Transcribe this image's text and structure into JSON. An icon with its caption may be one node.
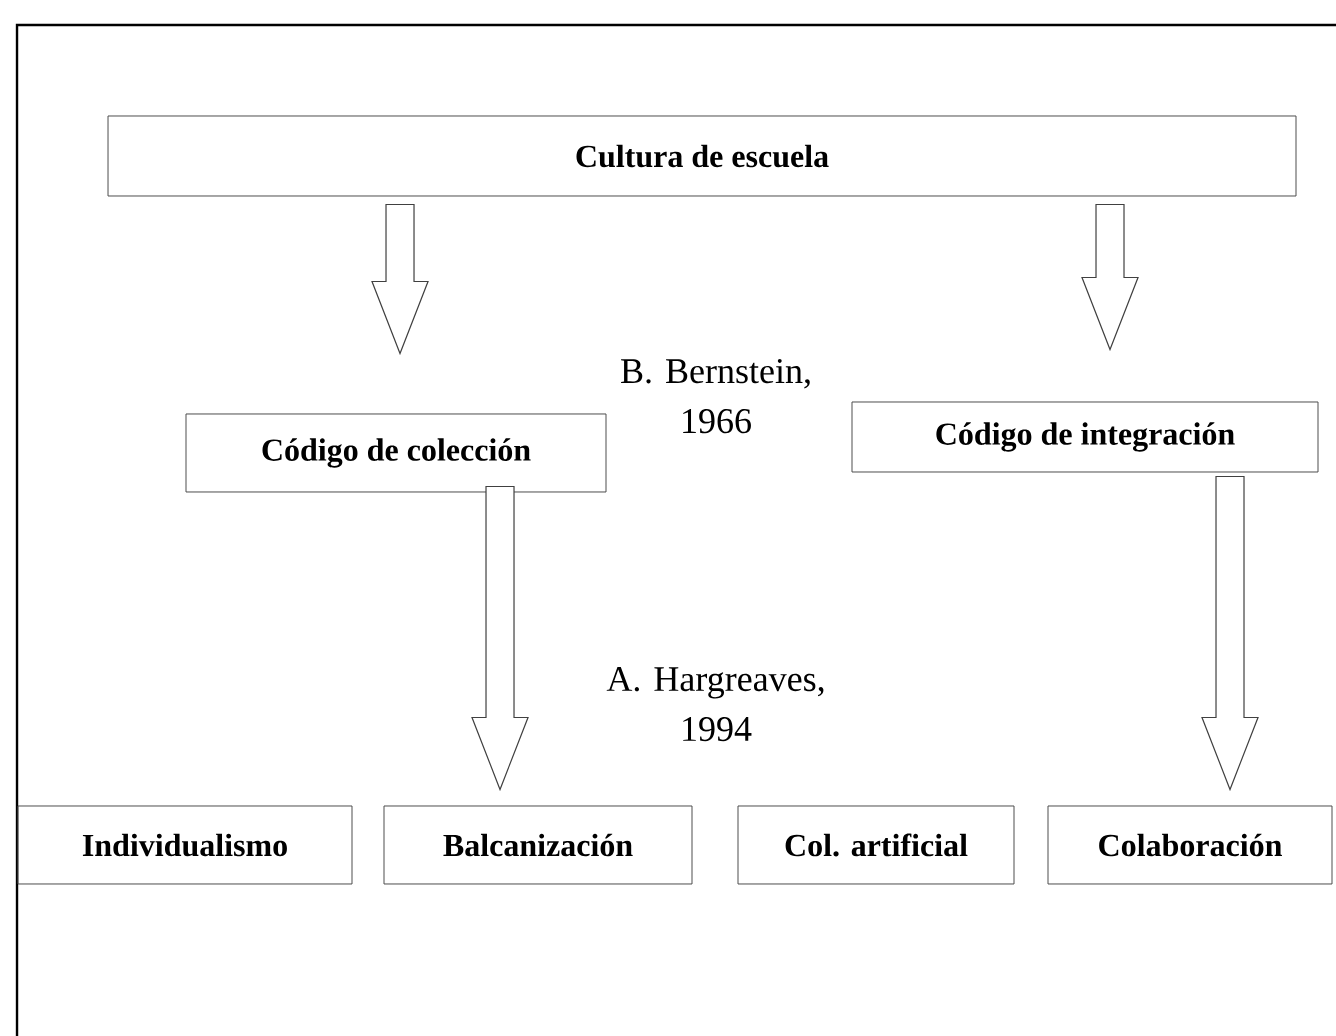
{
  "diagram": {
    "nodes": [
      {
        "text": [
          "Cultura de escuela"
        ]
      },
      {
        "text": [
          "Código de colección"
        ]
      },
      {
        "text": [
          "Código de  integración"
        ]
      },
      {
        "text": [
          "Individualismo"
        ]
      },
      {
        "text": [
          "Balcanización"
        ]
      },
      {
        "text": [
          "Col. artificial"
        ]
      },
      {
        "text": [
          "Colaboración"
        ]
      }
    ],
    "edges": [
      {
        "from": 0,
        "to": 1,
        "arrow": "to"
      },
      {
        "from": 0,
        "to": 2,
        "arrow": "to"
      },
      {
        "from": 1,
        "to": 4,
        "arrow": "to"
      },
      {
        "from": 2,
        "to": 6,
        "arrow": "to"
      }
    ],
    "labels": [
      "B. Bernstein, 1966",
      "A. Hargreaves, 1994"
    ]
  }
}
